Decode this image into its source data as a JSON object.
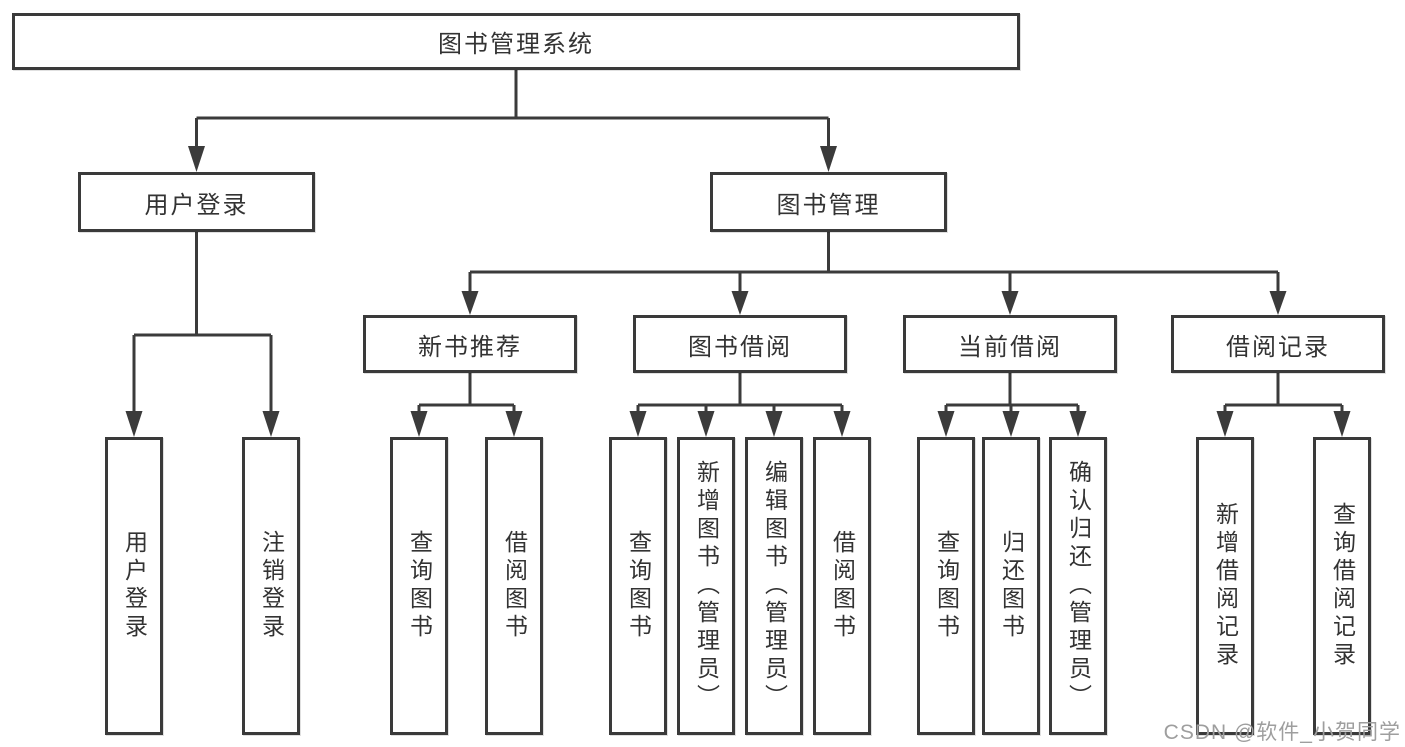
{
  "colors": {
    "background": "#ffffff",
    "box_border": "#3a3a3a",
    "connector_line": "#3b3b3b",
    "text": "#333333",
    "watermark": "#9e9e9e"
  },
  "diagram_type": "hierarchy-tree",
  "tree": {
    "label": "图书管理系统",
    "children": [
      {
        "label": "用户登录",
        "children": [
          {
            "label": "用户登录"
          },
          {
            "label": "注销登录"
          }
        ]
      },
      {
        "label": "图书管理",
        "children": [
          {
            "label": "新书推荐",
            "children": [
              {
                "label": "查询图书"
              },
              {
                "label": "借阅图书"
              }
            ]
          },
          {
            "label": "图书借阅",
            "children": [
              {
                "label": "查询图书"
              },
              {
                "label": "新增图书（管理员）"
              },
              {
                "label": "编辑图书（管理员）"
              },
              {
                "label": "借阅图书"
              }
            ]
          },
          {
            "label": "当前借阅",
            "children": [
              {
                "label": "查询图书"
              },
              {
                "label": "归还图书"
              },
              {
                "label": "确认归还（管理员）"
              }
            ]
          },
          {
            "label": "借阅记录",
            "children": [
              {
                "label": "新增借阅记录"
              },
              {
                "label": "查询借阅记录"
              }
            ]
          }
        ]
      }
    ]
  },
  "watermark": {
    "text": "CSDN @软件_小贺同学"
  }
}
